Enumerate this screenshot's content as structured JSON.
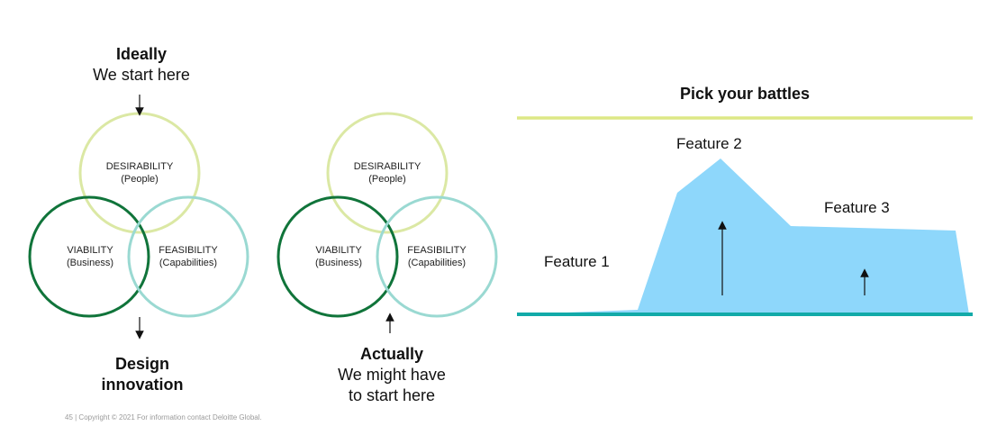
{
  "colors": {
    "desirability": "#dbe8a4",
    "viability": "#10743a",
    "feasibility": "#9ad9d2",
    "hill_fill": "#8ed7fb",
    "top_line": "#dde886",
    "base_line": "#12aaa8"
  },
  "left_diagram": {
    "top_title": "Ideally",
    "top_subtitle": "We start here",
    "desirability": {
      "title": "DESIRABILITY",
      "sub": "(People)"
    },
    "viability": {
      "title": "VIABILITY",
      "sub": "(Business)"
    },
    "feasibility": {
      "title": "FEASIBILITY",
      "sub": "(Capabilities)"
    },
    "bottom_line1": "Design",
    "bottom_line2": "innovation"
  },
  "middle_diagram": {
    "desirability": {
      "title": "DESIRABILITY",
      "sub": "(People)"
    },
    "viability": {
      "title": "VIABILITY",
      "sub": "(Business)"
    },
    "feasibility": {
      "title": "FEASIBILITY",
      "sub": "(Capabilities)"
    },
    "bottom_title": "Actually",
    "bottom_line1": "We might have",
    "bottom_line2": "to start here"
  },
  "right_diagram": {
    "title": "Pick your battles",
    "feature1": "Feature 1",
    "feature2": "Feature 2",
    "feature3": "Feature 3"
  },
  "footer": "45  |  Copyright © 2021 For information contact Deloitte Global."
}
